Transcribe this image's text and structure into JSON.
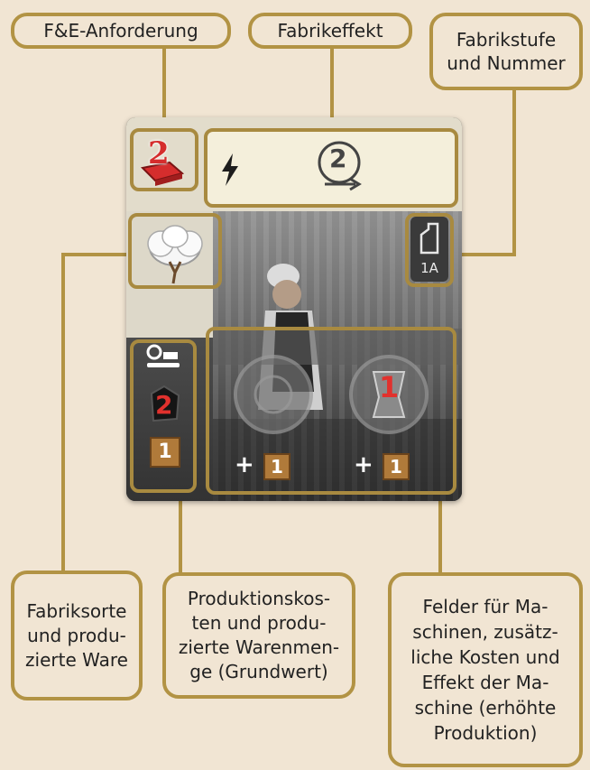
{
  "callouts": {
    "research": "F&E-Anforderung",
    "effect": "Fabrikeffekt",
    "level": "Fabrikstufe und Nummer",
    "type": "Fabriksorte und produ-zierte Ware",
    "costs": "Produktionskos-ten und produ-zierte Warenmen-ge (Grundwert)",
    "machines": "Felder für Ma-schinen, zusätz-liche Kosten und Effekt der Ma-schine (erhöhte Produktion)"
  },
  "card": {
    "research_value": "2",
    "effect_value": "2",
    "level_label": "1A",
    "production_cost": "2",
    "base_output": "1",
    "machine1_output": "1",
    "machine2_cost": "1",
    "machine2_output": "1",
    "plus": "+"
  },
  "icons": [
    "research-book-icon",
    "lightning-icon",
    "effect-coin-icon",
    "factory-level-icon",
    "cotton-icon",
    "machines-icon",
    "coal-icon",
    "crate-icon",
    "gear-slot-icon",
    "anvil-icon"
  ],
  "colors": {
    "accent": "#b29344",
    "research_red": "#d52d2d",
    "background": "#f1e5d3"
  }
}
